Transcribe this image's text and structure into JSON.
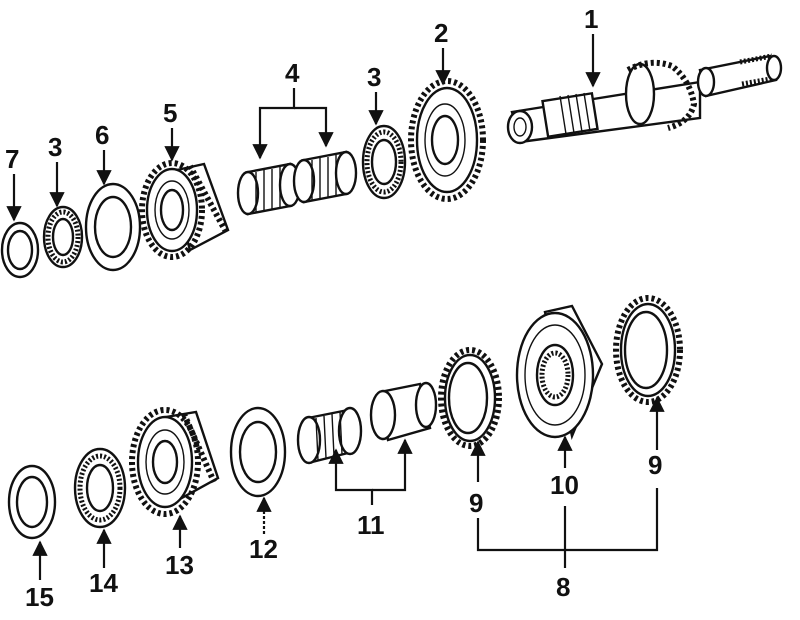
{
  "diagram": {
    "callouts": {
      "c1": "1",
      "c2": "2",
      "c3a": "3",
      "c3b": "3",
      "c4": "4",
      "c5": "5",
      "c6": "6",
      "c7": "7",
      "c8": "8",
      "c9a": "9",
      "c9b": "9",
      "c10": "10",
      "c11": "11",
      "c12": "12",
      "c13": "13",
      "c14": "14",
      "c15": "15"
    }
  }
}
